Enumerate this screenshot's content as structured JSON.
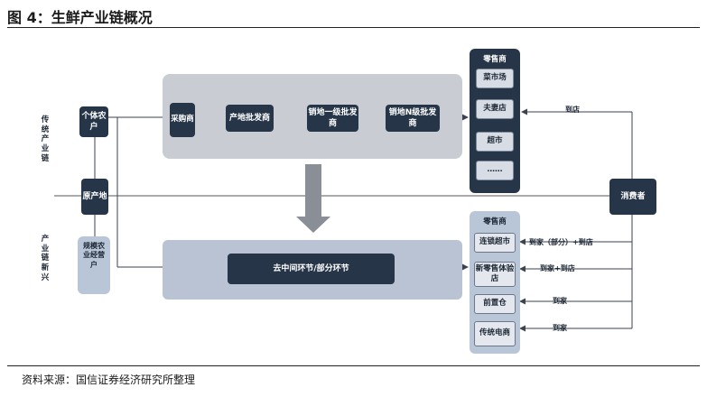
{
  "title": "图 4：生鲜产业链概况",
  "source": "资料来源：国信证券经济研究所整理",
  "traditional_label": "传统产业链",
  "new_label": "产业链新兴",
  "top_flow": {
    "small_farmer": "个体农户",
    "purchaser": "采购商",
    "origin_wholesaler": "产地批发商",
    "sales_first_wholesaler": "销地一级批发商",
    "sales_n_wholesaler": "销地N级批发商"
  },
  "origin": "原产地",
  "new_producer": "规模农业经营户",
  "middle_link": "去中间环节/部分环节",
  "retail_top": {
    "header": "零售商",
    "items": [
      "菜市场",
      "夫妻店",
      "超市",
      "……"
    ]
  },
  "retail_bottom": {
    "header": "零售商",
    "items": [
      "连锁超市",
      "新零售体验店",
      "前置仓",
      "传统电商"
    ]
  },
  "consumer": "消费者",
  "edges": {
    "to_store_top": "到店",
    "supermarket": "到家（部分）+到店",
    "new_retail": "到家+到店",
    "front_warehouse": "到家",
    "ecommerce": "到家"
  },
  "colors": {
    "dark_box": "#263548",
    "panel": "#c9ccd3",
    "panel_light": "#b9c3d3",
    "line": "#3b4250",
    "arrow": "#8a8f97"
  }
}
